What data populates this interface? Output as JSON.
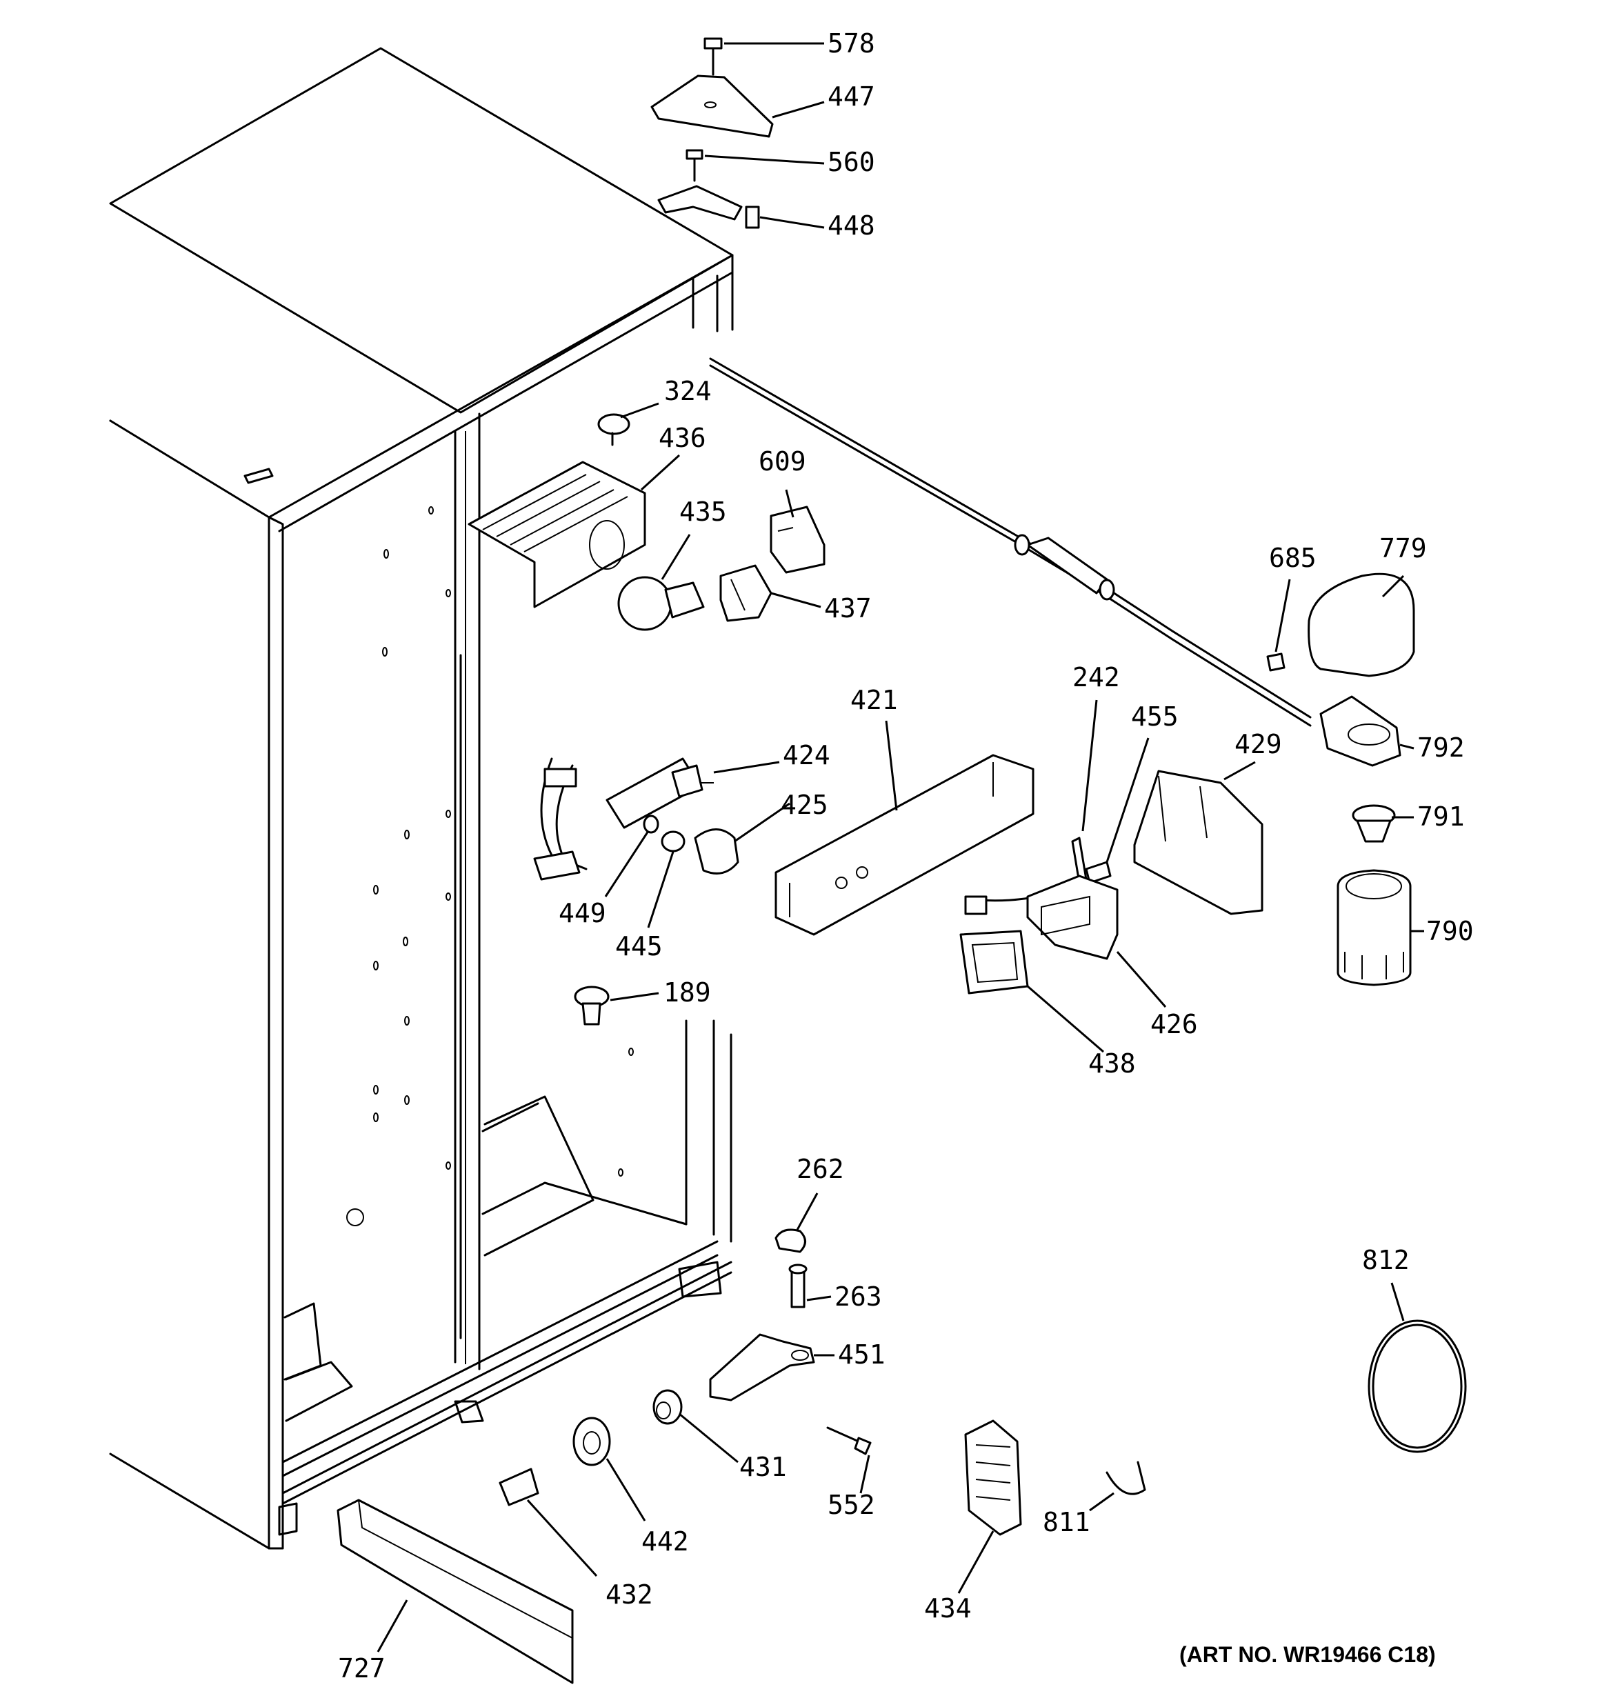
{
  "diagram": {
    "art_number": "(ART NO. WR19466 C18)",
    "callouts": [
      {
        "id": "578",
        "label": "578"
      },
      {
        "id": "447",
        "label": "447"
      },
      {
        "id": "560",
        "label": "560"
      },
      {
        "id": "448",
        "label": "448"
      },
      {
        "id": "324",
        "label": "324"
      },
      {
        "id": "436",
        "label": "436"
      },
      {
        "id": "609",
        "label": "609"
      },
      {
        "id": "435",
        "label": "435"
      },
      {
        "id": "437",
        "label": "437"
      },
      {
        "id": "685",
        "label": "685"
      },
      {
        "id": "779",
        "label": "779"
      },
      {
        "id": "242",
        "label": "242"
      },
      {
        "id": "421",
        "label": "421"
      },
      {
        "id": "455",
        "label": "455"
      },
      {
        "id": "429",
        "label": "429"
      },
      {
        "id": "424",
        "label": "424"
      },
      {
        "id": "792",
        "label": "792"
      },
      {
        "id": "425",
        "label": "425"
      },
      {
        "id": "791",
        "label": "791"
      },
      {
        "id": "449",
        "label": "449"
      },
      {
        "id": "445",
        "label": "445"
      },
      {
        "id": "790",
        "label": "790"
      },
      {
        "id": "189",
        "label": "189"
      },
      {
        "id": "426",
        "label": "426"
      },
      {
        "id": "438",
        "label": "438"
      },
      {
        "id": "262",
        "label": "262"
      },
      {
        "id": "263",
        "label": "263"
      },
      {
        "id": "451",
        "label": "451"
      },
      {
        "id": "812",
        "label": "812"
      },
      {
        "id": "431",
        "label": "431"
      },
      {
        "id": "552",
        "label": "552"
      },
      {
        "id": "442",
        "label": "442"
      },
      {
        "id": "811",
        "label": "811"
      },
      {
        "id": "432",
        "label": "432"
      },
      {
        "id": "434",
        "label": "434"
      },
      {
        "id": "727",
        "label": "727"
      }
    ]
  }
}
